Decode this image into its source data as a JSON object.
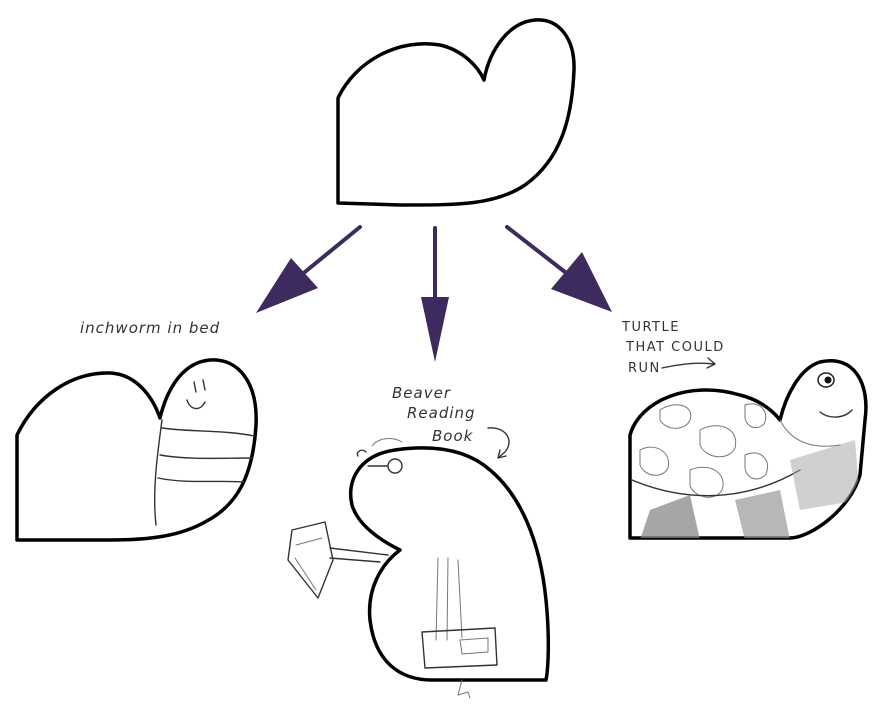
{
  "source_shape": {
    "label": "source-heart-shape"
  },
  "arrows": {
    "color": "#3d2a5e"
  },
  "drawings": [
    {
      "caption": "inchworm in bed"
    },
    {
      "caption_lines": [
        "Beaver",
        "Reading",
        "Book"
      ]
    },
    {
      "caption_lines": [
        "TURTLE",
        "THAT COULD",
        "RUN"
      ]
    }
  ]
}
